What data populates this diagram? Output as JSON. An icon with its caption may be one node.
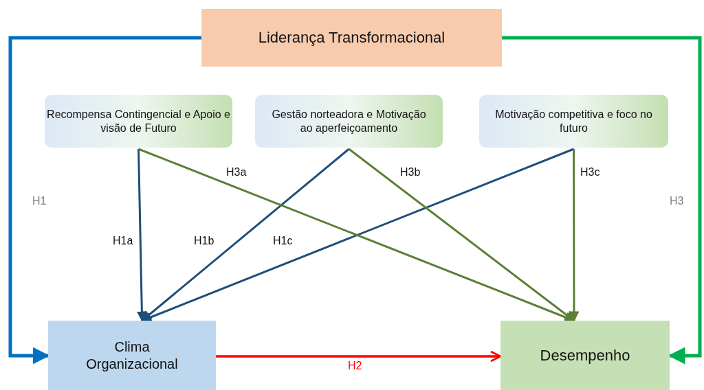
{
  "diagram": {
    "nodes": [
      {
        "text": [
          "Liderança Transformacional"
        ]
      },
      {
        "text": [
          "Recompensa Contingencial e Apoio e visão de Futuro"
        ]
      },
      {
        "text": [
          "Gestão norteadora e Motivação ao aperfeiçoamento"
        ]
      },
      {
        "text": [
          "Motivação competitiva e foco no futuro"
        ]
      },
      {
        "text": [
          "Clima Organizacional"
        ]
      },
      {
        "text": [
          "Desempenho"
        ]
      }
    ],
    "edges": [
      {
        "from": 0,
        "to": 4,
        "arrow": "to",
        "label": "H1",
        "color": "#0070c0"
      },
      {
        "from": 0,
        "to": 5,
        "arrow": "to",
        "label": "H3",
        "color": "#00b050"
      },
      {
        "from": 4,
        "to": 5,
        "arrow": "to",
        "label": "H2",
        "color": "#ff0000"
      },
      {
        "from": 1,
        "to": 4,
        "arrow": "to",
        "label": "H1a",
        "color": "#1f4e79"
      },
      {
        "from": 2,
        "to": 4,
        "arrow": "to",
        "label": "H1b",
        "color": "#1f4e79"
      },
      {
        "from": 3,
        "to": 4,
        "arrow": "to",
        "label": "H1c",
        "color": "#1f4e79"
      },
      {
        "from": 1,
        "to": 5,
        "arrow": "to",
        "label": "H3a",
        "color": "#5b7f35"
      },
      {
        "from": 2,
        "to": 5,
        "arrow": "to",
        "label": "H3b",
        "color": "#5b7f35"
      },
      {
        "from": 3,
        "to": 5,
        "arrow": "to",
        "label": "H3c",
        "color": "#5b7f35"
      }
    ]
  }
}
